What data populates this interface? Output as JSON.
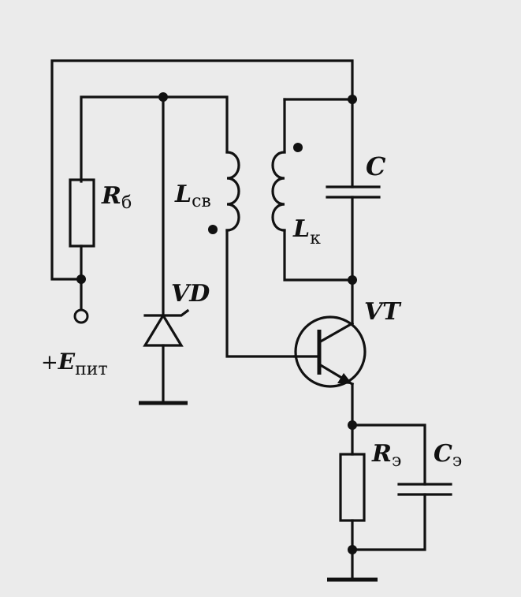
{
  "components": {
    "rb": {
      "main": "R",
      "sub": "б"
    },
    "lsv": {
      "main": "L",
      "sub": "св"
    },
    "lk": {
      "main": "L",
      "sub": "к"
    },
    "c": {
      "main": "C",
      "sub": ""
    },
    "vd": {
      "main": "VD",
      "sub": ""
    },
    "vt": {
      "main": "VT",
      "sub": ""
    },
    "re": {
      "main": "R",
      "sub": "э"
    },
    "ce": {
      "main": "C",
      "sub": "э"
    },
    "supply": {
      "prefix": "+",
      "main": "E",
      "sub": "пит"
    }
  }
}
